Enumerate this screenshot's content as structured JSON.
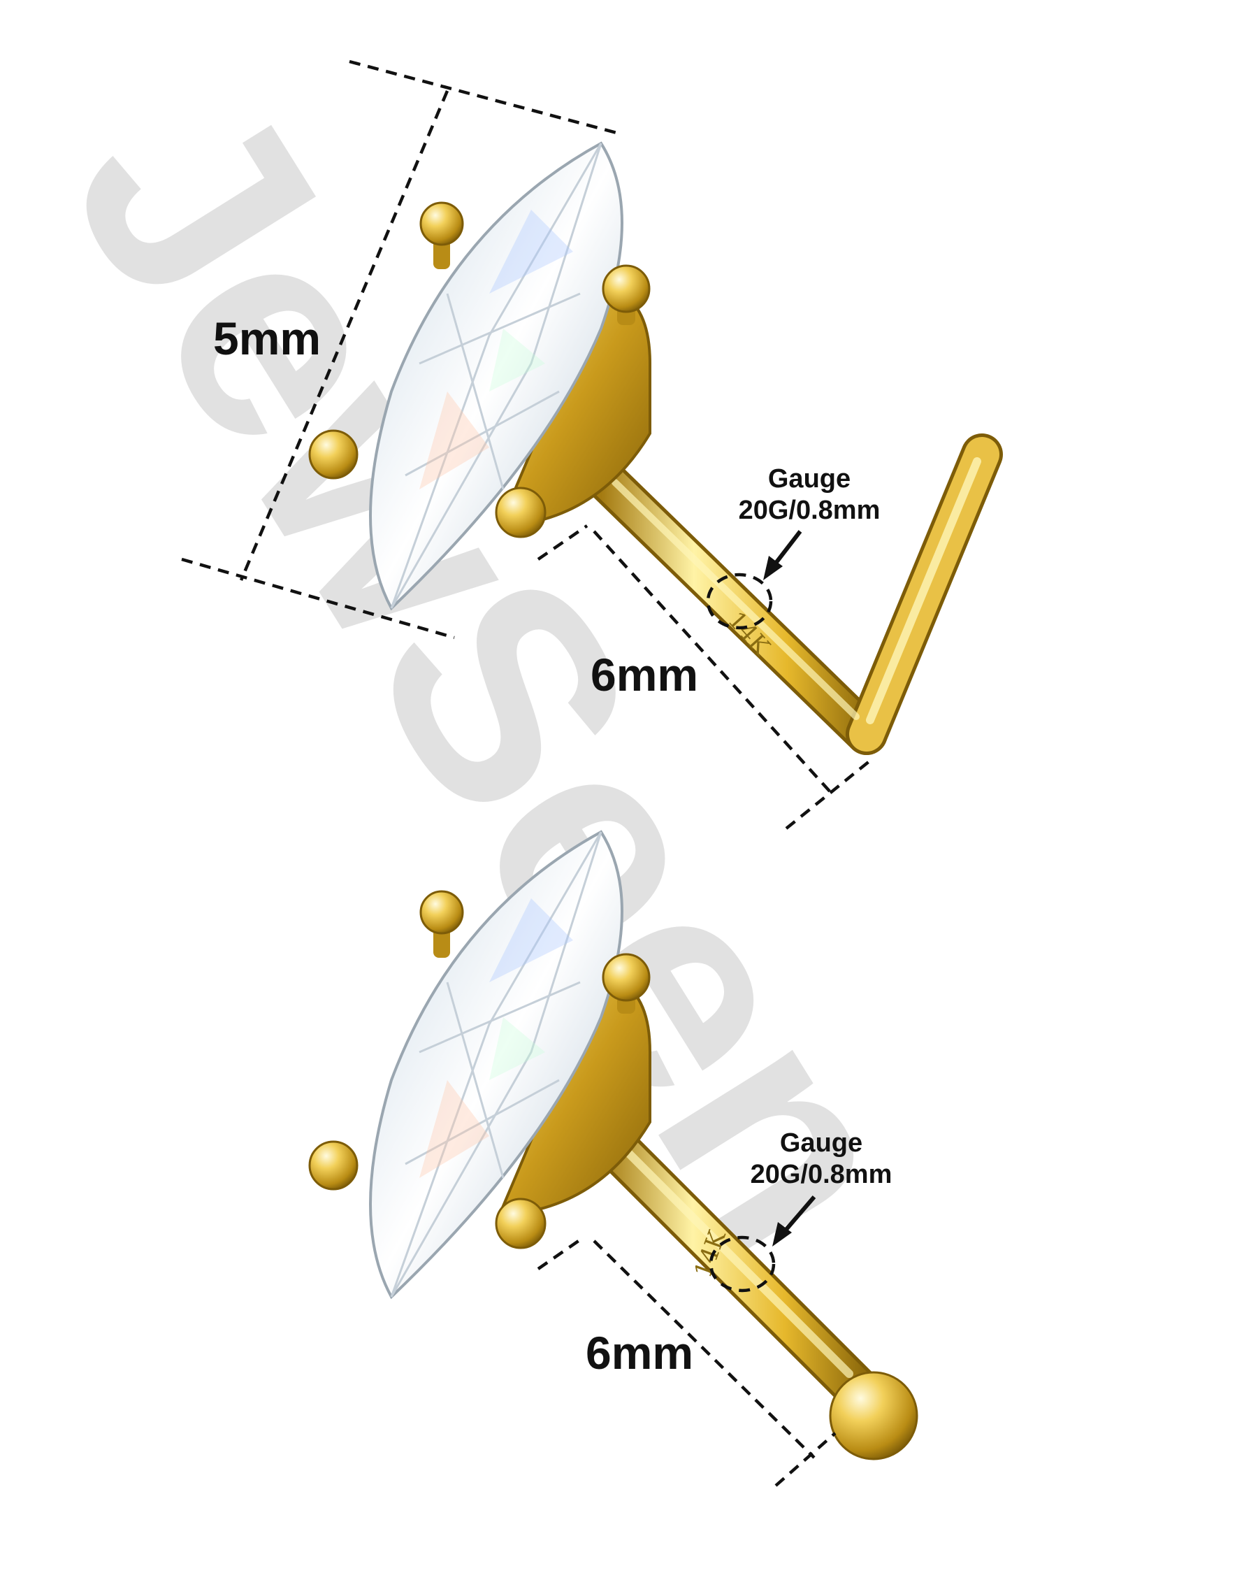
{
  "watermark": {
    "text": "JewSeen",
    "color": "#dcdcdc"
  },
  "colors": {
    "gold_light": "#fff6b8",
    "gold_mid": "#e6bb2e",
    "gold_dark": "#8f6b0c",
    "ink": "#111111"
  },
  "top_piece": {
    "style": "L-shape nose stud",
    "stone_size_label": "5mm",
    "post_length_label": "6mm",
    "gauge_title": "Gauge",
    "gauge_value": "20G/0.8mm",
    "stamp": "14K"
  },
  "bottom_piece": {
    "style": "nose bone",
    "post_length_label": "6mm",
    "gauge_title": "Gauge",
    "gauge_value": "20G/0.8mm",
    "stamp": "14K"
  }
}
